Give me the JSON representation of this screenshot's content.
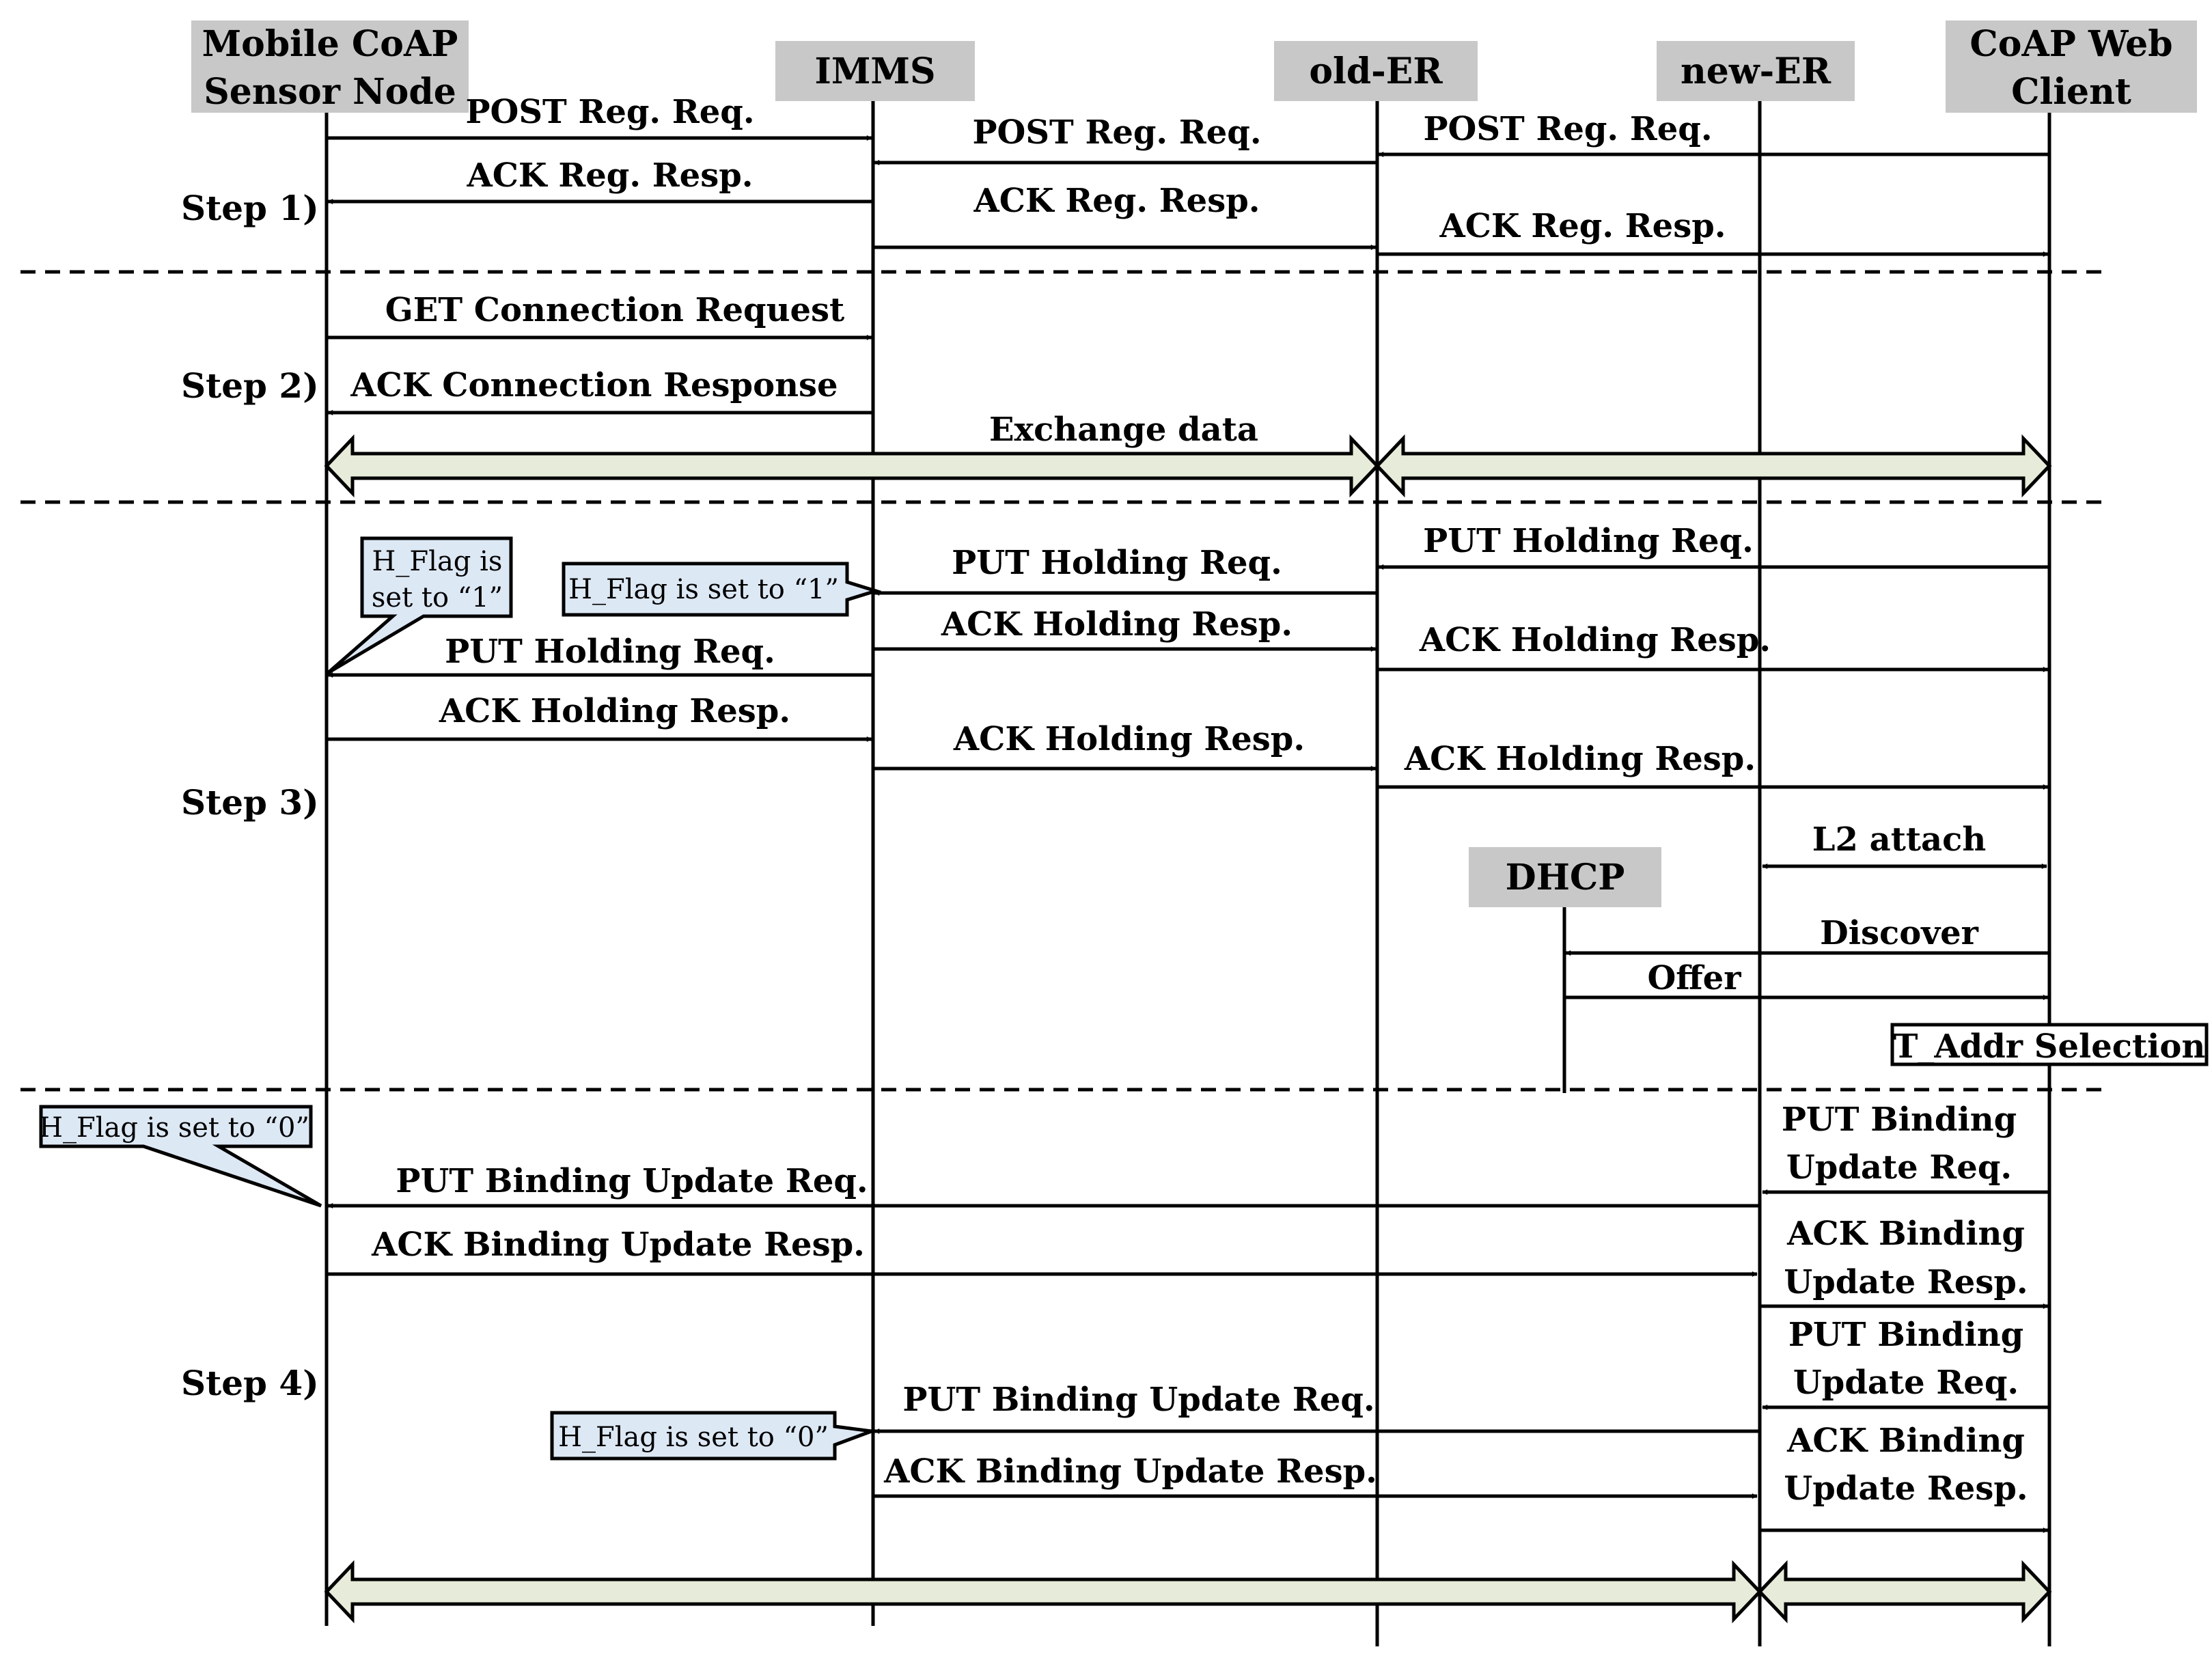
{
  "colors": {
    "header_box": "#c8c8c8",
    "note_fill": "#dde8f5",
    "exchange_fill": "#e6ecd9",
    "ink": "#000000"
  },
  "participants": {
    "mobile": {
      "line1": "Mobile CoAP",
      "line2": "Sensor Node"
    },
    "imms": {
      "line1": "IMMS"
    },
    "old_er": {
      "line1": "old-ER"
    },
    "new_er": {
      "line1": "new-ER"
    },
    "client": {
      "line1": "CoAP Web",
      "line2": "Client"
    },
    "dhcp": {
      "line1": "DHCP"
    }
  },
  "steps": {
    "s1": "Step 1)",
    "s2": "Step 2)",
    "s3": "Step 3)",
    "s4": "Step 4)"
  },
  "messages": {
    "m1": "POST Reg. Req.",
    "m2": "POST Reg. Req.",
    "m3": "POST Reg. Req.",
    "m4": "ACK Reg. Resp.",
    "m5": "ACK Reg. Resp.",
    "m6": "ACK Reg. Resp.",
    "m7": "GET Connection Request",
    "m8": "ACK Connection Response",
    "m9": "Exchange data",
    "m10": "PUT Holding Req.",
    "m11": "PUT Holding Req.",
    "m12": "ACK Holding Resp.",
    "m13": "ACK Holding Resp.",
    "m14": "PUT Holding Req.",
    "m15": "ACK Holding Resp.",
    "m16": "ACK Holding Resp.",
    "m17": "ACK Holding Resp.",
    "m18": "L2 attach",
    "m19": "Discover",
    "m20": "Offer",
    "m21": "T_Addr Selection",
    "m22a": "PUT Binding",
    "m22b": "Update Req.",
    "m23": "PUT Binding Update Req.",
    "m24": "ACK Binding Update Resp.",
    "m25a": "ACK Binding",
    "m25b": "Update Resp.",
    "m26a": "PUT Binding",
    "m26b": "Update Req.",
    "m27": "PUT Binding Update Req.",
    "m28": "ACK Binding Update Resp.",
    "m29a": "ACK Binding",
    "m29b": "Update Resp."
  },
  "notes": {
    "n1a": "H_Flag is",
    "n1b": "set to “1”",
    "n2": "H_Flag is set to “1”",
    "n3": "H_Flag is set to “0”",
    "n4": "H_Flag is set to “0”"
  }
}
